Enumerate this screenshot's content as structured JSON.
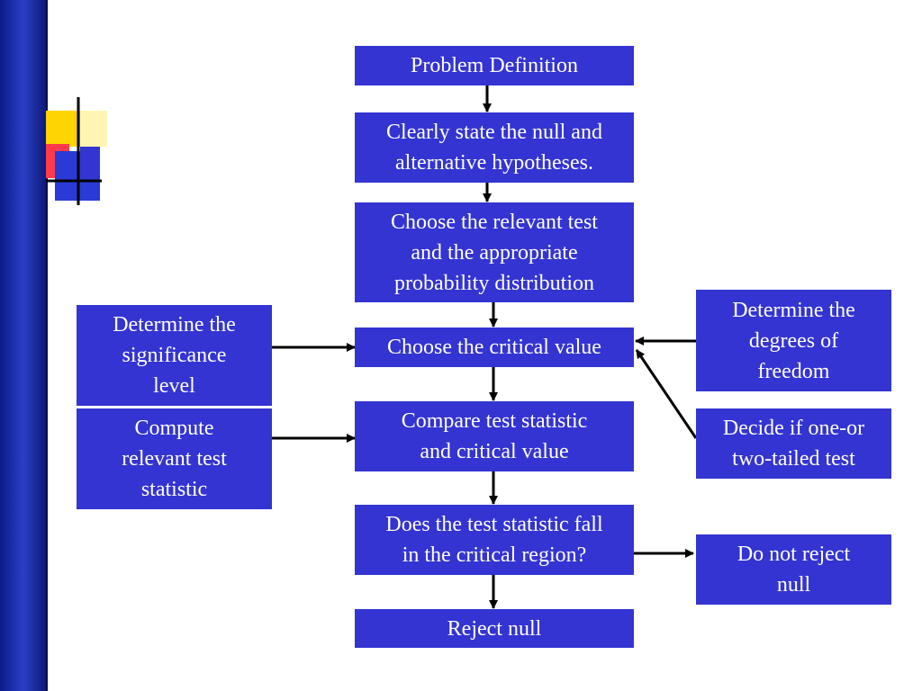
{
  "colors": {
    "box_fill": "#3434d2",
    "box_text": "#ffffff",
    "arrow": "#000000",
    "sidebar": "#1a2aa8",
    "deco_yellow": "#ffd400",
    "deco_red": "#ff3a4a",
    "deco_blue": "#2a3ad6"
  },
  "flowchart": {
    "problem_definition": "Problem Definition",
    "state_hypotheses": "Clearly state the null and\nalternative hypotheses.",
    "choose_test": "Choose the relevant test\nand the appropriate\nprobability distribution",
    "choose_critical_value": "Choose the critical value",
    "compare": "Compare test statistic\nand critical value",
    "critical_region_question": "Does the test statistic fall\nin the critical region?",
    "reject_null": "Reject null",
    "significance_level": "Determine the\nsignificance\nlevel",
    "compute_statistic": "Compute\nrelevant test\nstatistic",
    "degrees_of_freedom": "Determine the\ndegrees of\nfreedom",
    "one_or_two_tailed": "Decide if one-or\ntwo-tailed test",
    "do_not_reject": "Do not reject\nnull"
  }
}
